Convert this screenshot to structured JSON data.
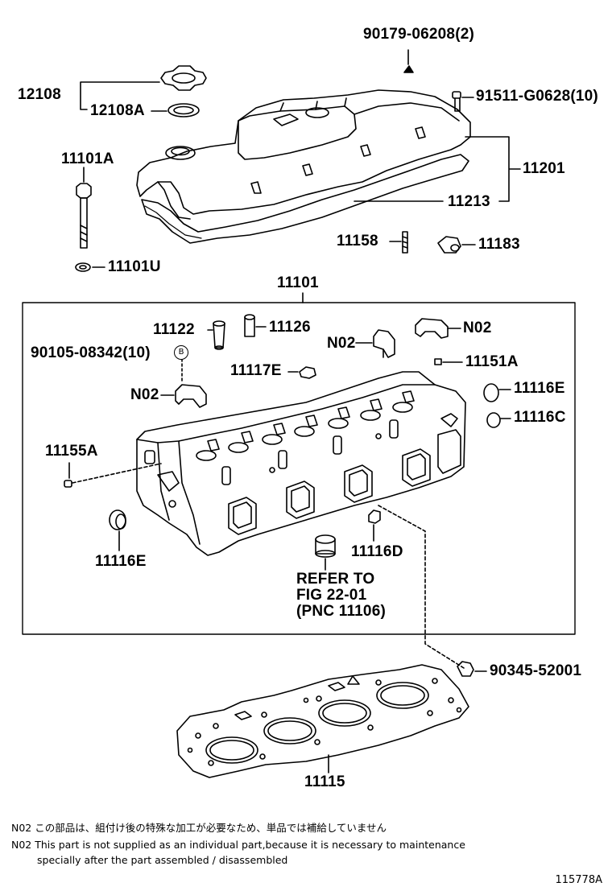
{
  "labels": {
    "p90179": "90179-06208(2)",
    "p12108": "12108",
    "p12108A": "12108A",
    "p91511": "91511-G0628(10)",
    "p11101A": "11101A",
    "p11201": "11201",
    "p11213": "11213",
    "p11158": "11158",
    "p11183": "11183",
    "p11101U": "11101U",
    "p11101": "11101",
    "p11122": "11122",
    "p11126": "11126",
    "p02a": "N02",
    "p02b": "N02",
    "p90105": "90105-08342(10)",
    "p11151A": "11151A",
    "p11117E": "11117E",
    "p02c": "N02",
    "p11116E_r": "11116E",
    "p11116C": "11116C",
    "p11155A": "11155A",
    "p11116E_l": "11116E",
    "p11116D": "11116D",
    "refer1": "REFER TO",
    "refer2": "FIG 22-01",
    "refer3": "(PNC 11106)",
    "p90345": "90345-52001",
    "p11115": "11115",
    "b_marker": "B"
  },
  "notes": {
    "jp": "N02 この部品は、組付け後の特殊な加工が必要なため、単品では補給していません",
    "en1": "N02 This part is not supplied as an individual part,because it is necessary to maintenance",
    "en2": "specially after the part assembled / disassembled"
  },
  "figure_id": "115778A"
}
